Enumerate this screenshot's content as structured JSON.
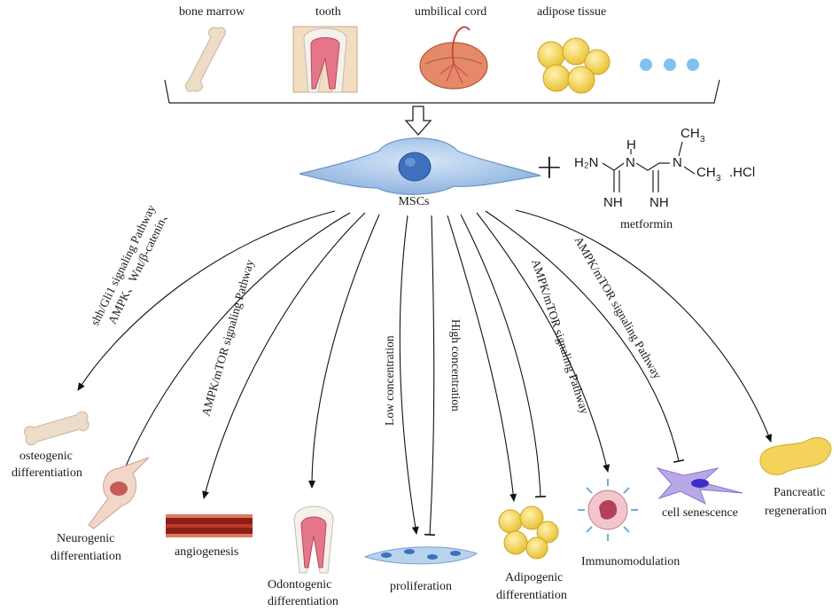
{
  "sources": [
    {
      "id": "bone-marrow",
      "label": "bone marrow"
    },
    {
      "id": "tooth",
      "label": "tooth"
    },
    {
      "id": "umbilical-cord",
      "label": "umbilical cord"
    },
    {
      "id": "adipose-tissue",
      "label": "adipose tissue"
    }
  ],
  "center": {
    "cell_label": "MSCs",
    "plus": "+",
    "drug_name": "metformin",
    "chem": {
      "h2n": "H₂N",
      "h": "H",
      "n": "N",
      "nh": "NH",
      "ch": "CH",
      "three": "3",
      "hcl": ".HCl"
    }
  },
  "pathways": {
    "osteo_1": "shh/Gli1 signaling Pathway",
    "osteo_2": "AMPK、Wnt/β-catenin、",
    "angio": "AMPK/mTOR signaling Pathway",
    "low": "Low concentration",
    "high": "High concentration",
    "immuno": "AMPK/mTOR signaling Pathway",
    "senescence": "AMPK/mTOR signaling Pathway"
  },
  "outcomes": {
    "osteo_1": "osteogenic",
    "osteo_2": "differentiation",
    "neuro_1": "Neurogenic",
    "neuro_2": "differentiation",
    "angio": "angiogenesis",
    "odonto_1": "Odontogenic",
    "odonto_2": "differentiation",
    "prolif": "proliferation",
    "adipo_1": "Adipogenic",
    "adipo_2": "differentiation",
    "immuno": "Immunomodulation",
    "senescence": "cell senescence",
    "pancreas_1": "Pancreatic",
    "pancreas_2": "regeneration"
  },
  "colors": {
    "bone": "#ecdcc8",
    "cell": "#b8d3ee",
    "nucleus": "#3f6fbf",
    "fat": "#f3d35a",
    "vessel": "#b33a2e",
    "dots": "#7fc1f0"
  }
}
